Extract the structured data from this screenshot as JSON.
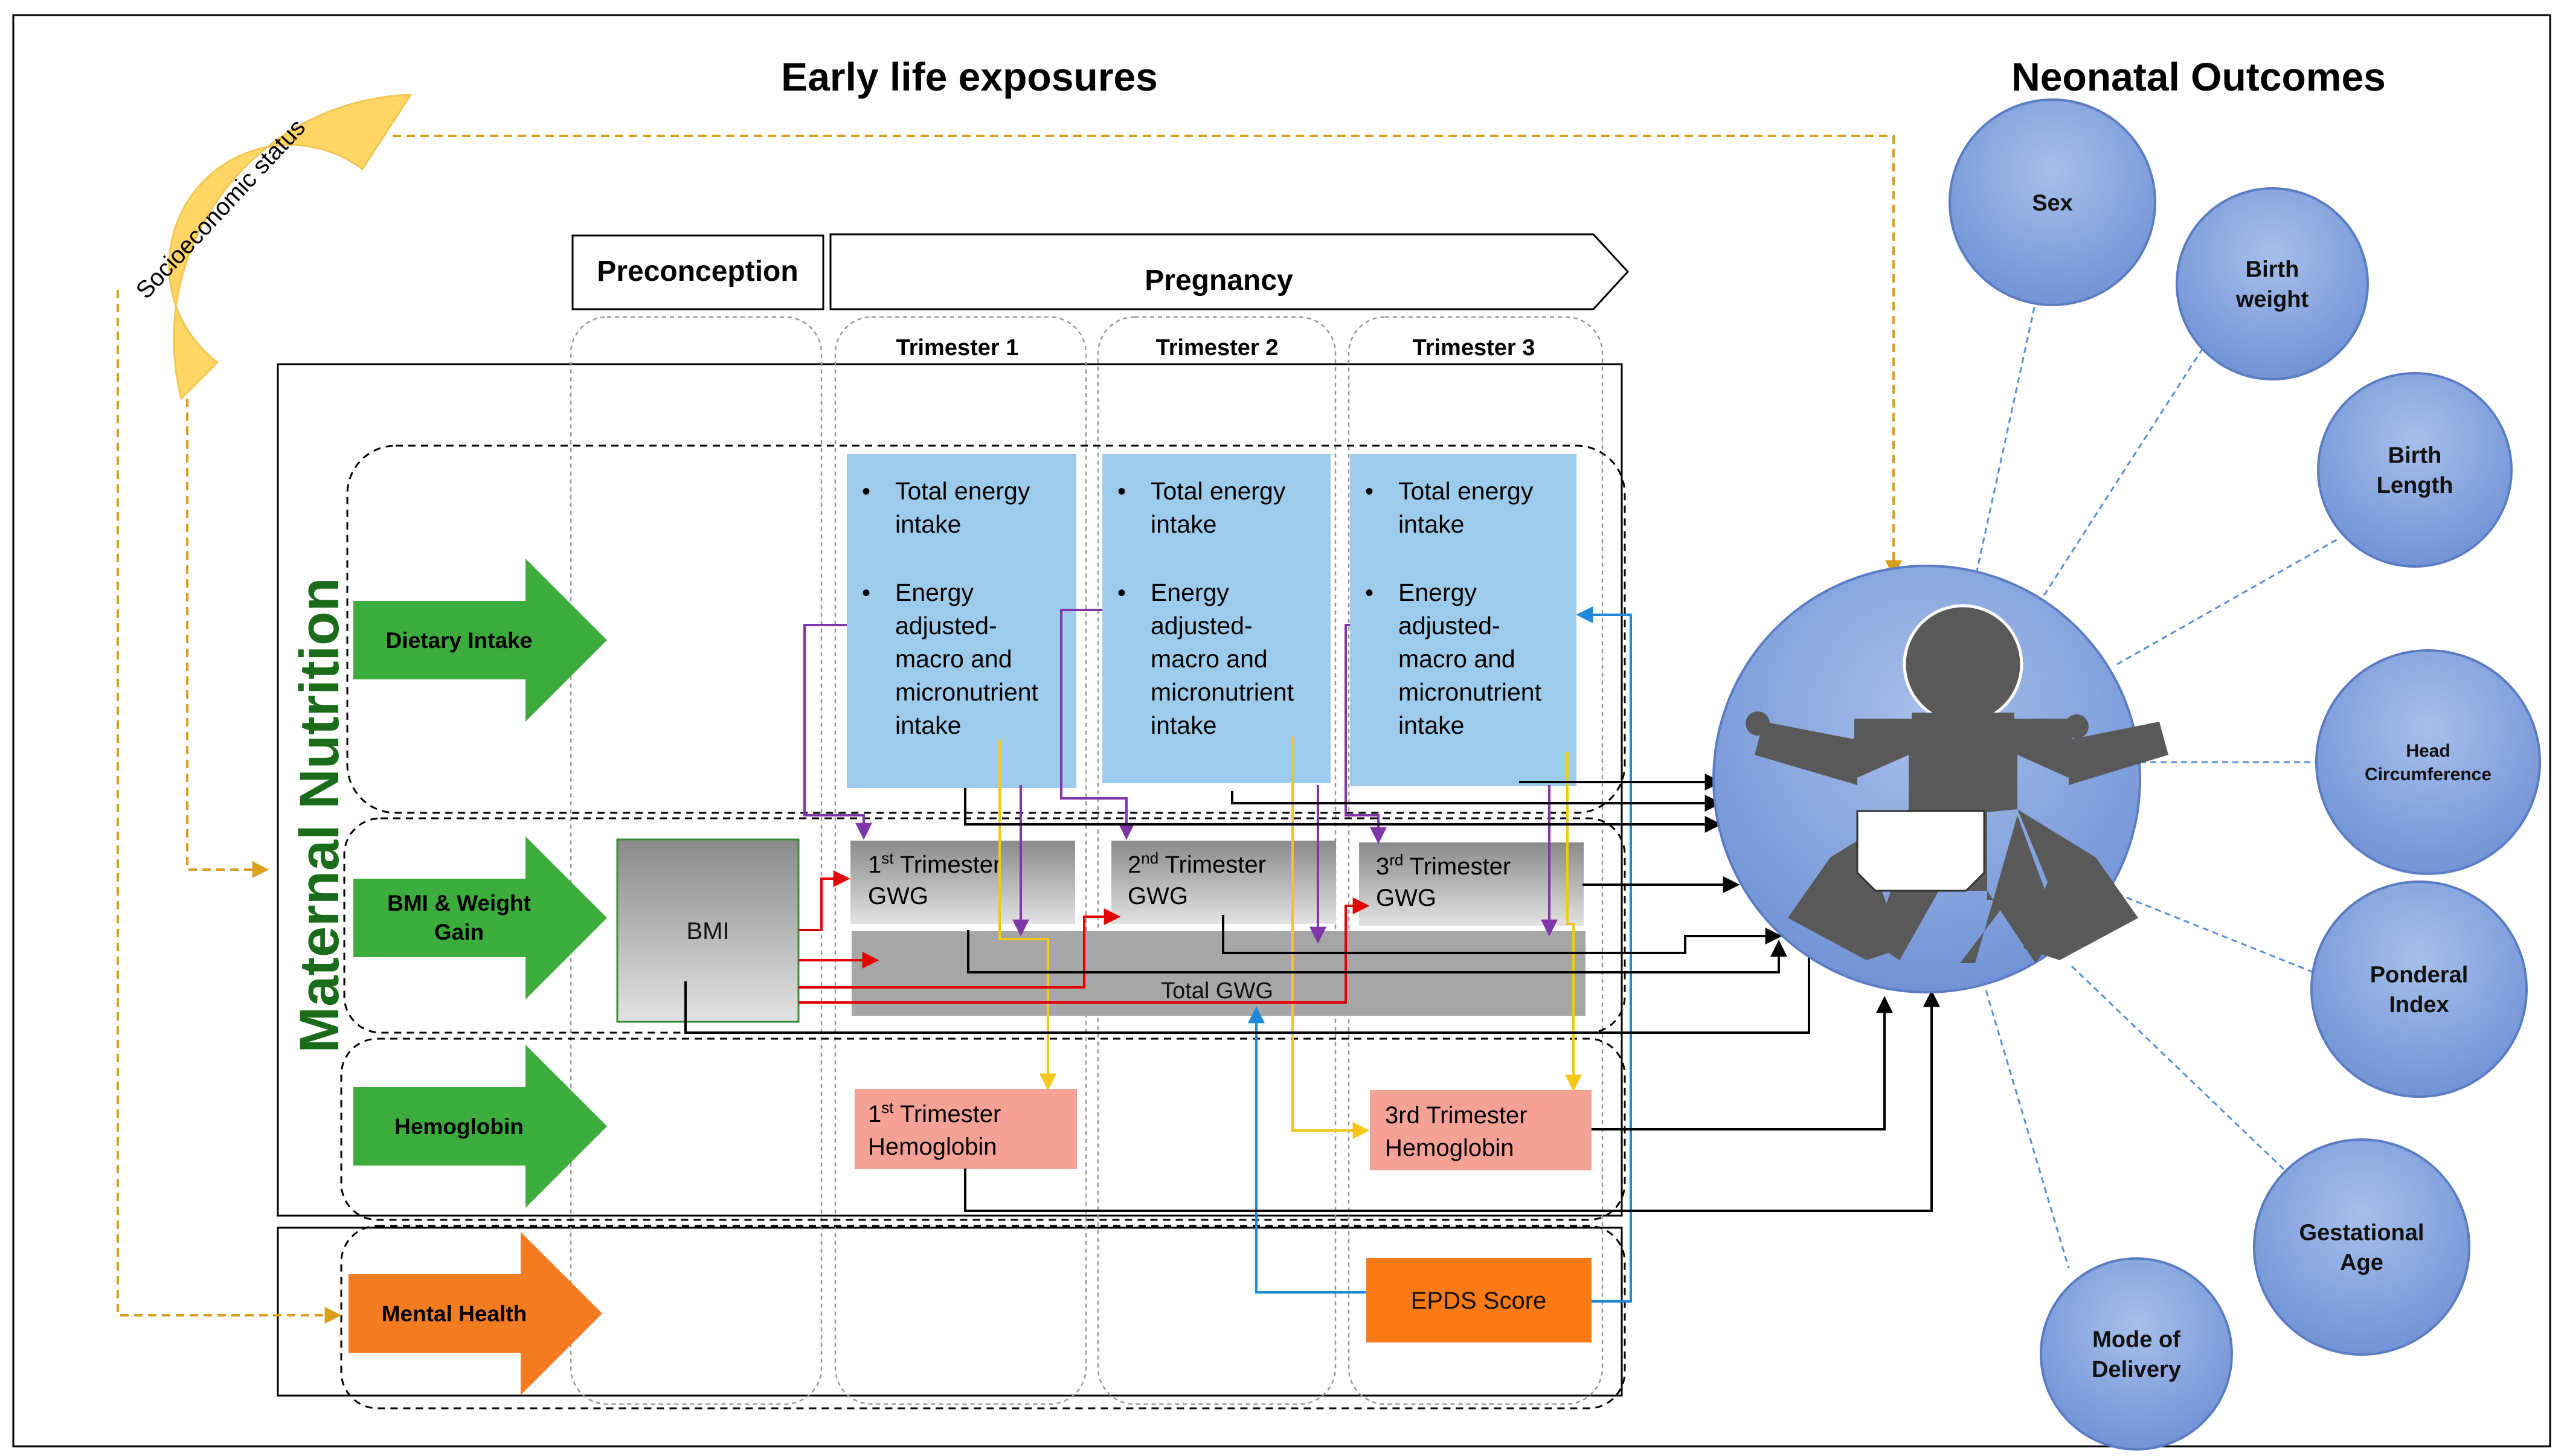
{
  "titles": {
    "exposures": "Early life exposures",
    "outcomes": "Neonatal Outcomes"
  },
  "ses": {
    "label": "Socioeconomic status",
    "color": "#ffd666"
  },
  "periods": {
    "preconception": "Preconception",
    "pregnancy": "Pregnancy",
    "trimesters": [
      "Trimester 1",
      "Trimester 2",
      "Trimester 3"
    ]
  },
  "maternal_nutrition_label": "Maternal Nutrition",
  "domains": [
    {
      "label_lines": [
        "Dietary Intake"
      ],
      "color": "#3cac3c"
    },
    {
      "label_lines": [
        "BMI & Weight",
        "Gain"
      ],
      "color": "#3cac3c"
    },
    {
      "label_lines": [
        "Hemoglobin"
      ],
      "color": "#3cac3c"
    },
    {
      "label_lines": [
        "Mental Health"
      ],
      "color": "#f47c20"
    }
  ],
  "diet_box": {
    "bullet1_lines": [
      "Total energy",
      "intake"
    ],
    "bullet2_lines": [
      "Energy",
      "adjusted-",
      "macro and",
      "micronutrient",
      "intake"
    ],
    "color": "#9dcbeb"
  },
  "bmi_box": "BMI",
  "gwg_boxes": [
    {
      "num": "1",
      "sup": "st",
      "line1": " Trimester",
      "line2": "GWG"
    },
    {
      "num": "2",
      "sup": "nd",
      "line1": "  Trimester",
      "line2": "GWG"
    },
    {
      "num": "3",
      "sup": "rd",
      "line1": " Trimester",
      "line2": "GWG"
    }
  ],
  "total_gwg": "Total GWG",
  "hb_boxes": [
    {
      "num": "1",
      "sup": "st",
      "line1": " Trimester",
      "line2": "Hemoglobin"
    },
    {
      "num": "3rd",
      "sup": "",
      "line1": "  Trimester",
      "line2": "Hemoglobin"
    }
  ],
  "epds": "EPDS Score",
  "outcomes": [
    {
      "lines": [
        "Sex"
      ]
    },
    {
      "lines": [
        "Birth",
        "weight"
      ]
    },
    {
      "lines": [
        "Birth",
        "Length"
      ]
    },
    {
      "lines": [
        "Head",
        "Circumference"
      ]
    },
    {
      "lines": [
        "Ponderal",
        "Index"
      ]
    },
    {
      "lines": [
        "Gestational",
        "Age"
      ]
    },
    {
      "lines": [
        "Mode of",
        "Delivery"
      ]
    }
  ],
  "arrow_colors": {
    "purple": "#7f36a8",
    "red": "#e00000",
    "yellow": "#f5c518",
    "blue": "#1f88d8",
    "ses": "#d9a020",
    "black": "#000000"
  }
}
